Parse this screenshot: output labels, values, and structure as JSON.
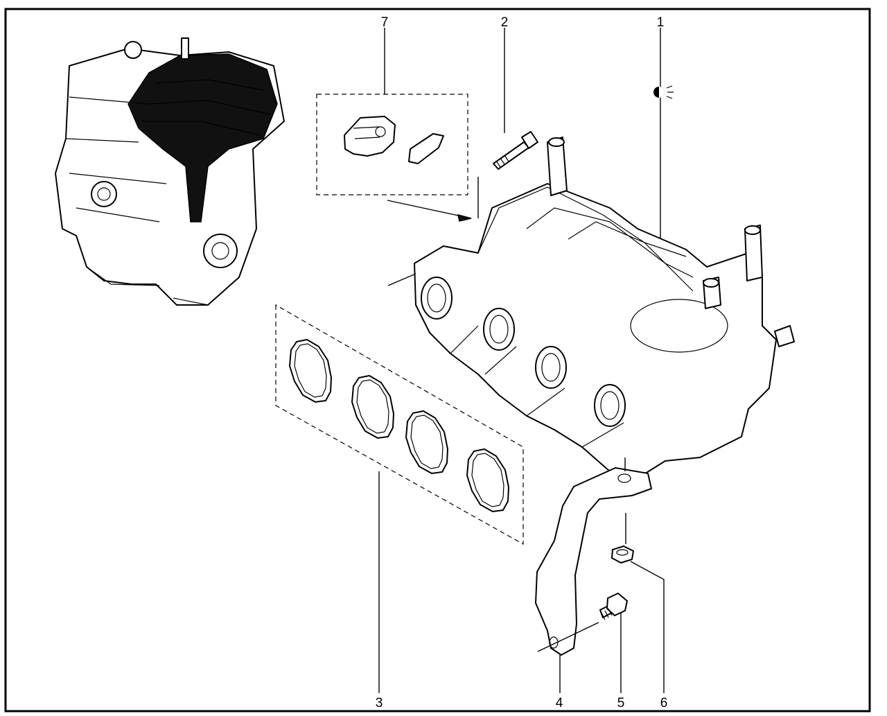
{
  "callouts": [
    "1",
    "2",
    "3",
    "4",
    "5",
    "6",
    "7"
  ]
}
